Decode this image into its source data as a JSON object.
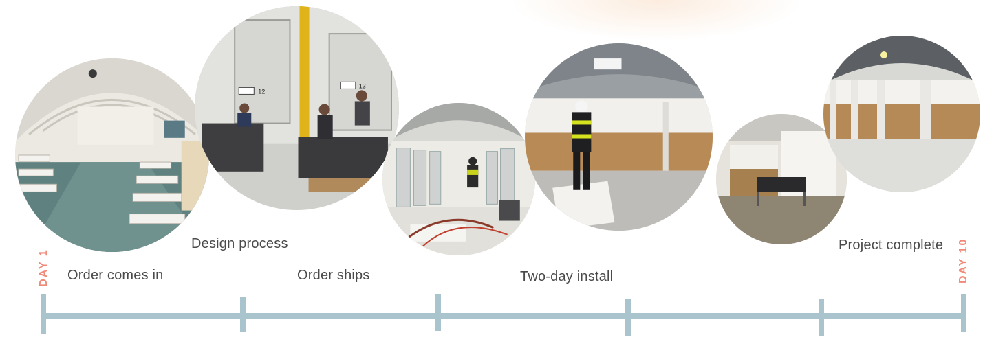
{
  "timeline": {
    "start_label": "DAY 1",
    "end_label": "DAY 10",
    "colors": {
      "line": "#a9c4cd",
      "day_label": "#f08a78",
      "text": "#4a4a4a"
    },
    "stages": [
      {
        "label": "Order comes in"
      },
      {
        "label": "Design process"
      },
      {
        "label": "Order ships"
      },
      {
        "label": "Two-day install"
      },
      {
        "label": "Project complete"
      }
    ]
  },
  "photos": [
    {
      "subject": "arched tent hospital ward with rows of beds"
    },
    {
      "subject": "warehouse team with packed materials, door numbers 12 and 13",
      "door_numbers": [
        "12",
        "13"
      ]
    },
    {
      "subject": "workers installing wall panels in tent"
    },
    {
      "subject": "worker in hard hat and safety vest inside partitioned room"
    },
    {
      "subject": "finished patient room with bed"
    },
    {
      "subject": "completed row of partition walls"
    }
  ]
}
